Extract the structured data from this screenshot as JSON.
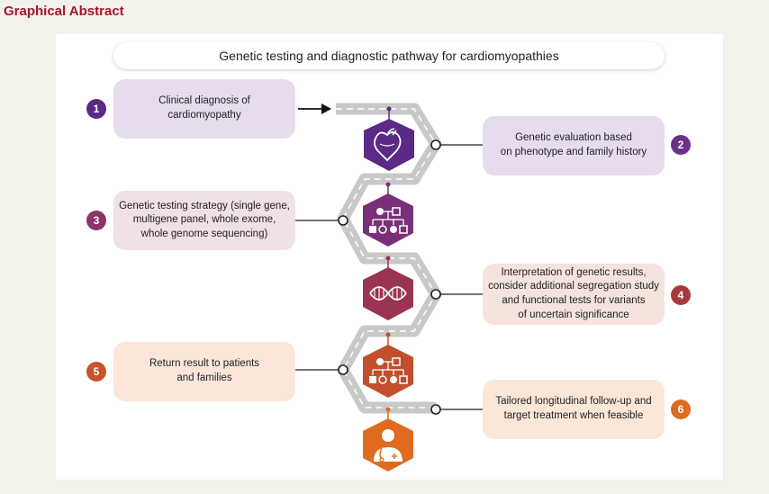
{
  "header": {
    "label": "Graphical Abstract"
  },
  "title": "Genetic testing and diagnostic pathway for cardiomyopathies",
  "steps": [
    {
      "number": "1",
      "text": "Clinical diagnosis of\ncardiomyopathy",
      "side": "left",
      "color": "#5b2a86",
      "box_color": "#e6dcee"
    },
    {
      "number": "2",
      "text": "Genetic evaluation based\non phenotype and family history",
      "side": "right",
      "color": "#6c3088",
      "box_color": "#e6dcee"
    },
    {
      "number": "3",
      "text": "Genetic testing strategy (single gene,\nmultigene panel, whole exome,\nwhole genome sequencing)",
      "side": "left",
      "color": "#8b3568",
      "box_color": "#f0e0e7"
    },
    {
      "number": "4",
      "text": "Interpretation of genetic results,\nconsider additional segregation study\nand functional tests for variants\nof uncertain significance",
      "side": "right",
      "color": "#a8383e",
      "box_color": "#f5e3de"
    },
    {
      "number": "5",
      "text": "Return result to patients\nand families",
      "side": "left",
      "color": "#c9532a",
      "box_color": "#fae7da"
    },
    {
      "number": "6",
      "text": "Tailored longitudinal follow-up and\ntarget treatment when feasible",
      "side": "right",
      "color": "#e06a1e",
      "box_color": "#fbe7d8"
    }
  ],
  "icons": [
    "heart-icon",
    "pedigree-icon",
    "dna-icon",
    "pedigree-result-icon",
    "doctor-icon"
  ],
  "colors": {
    "road": "#c8c8c8",
    "road_dash": "#ffffff",
    "connector": "#222222"
  }
}
